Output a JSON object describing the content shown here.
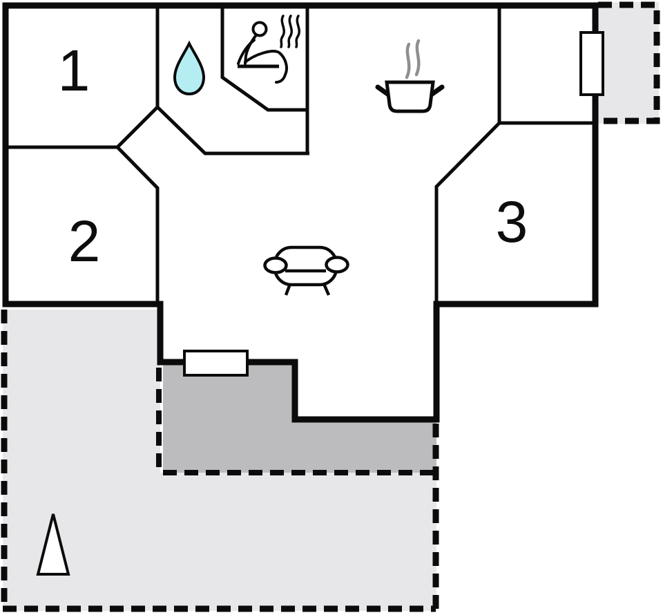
{
  "rooms": [
    {
      "label": "1"
    },
    {
      "label": "2"
    },
    {
      "label": "3"
    }
  ],
  "icons": [
    "water-drop-icon",
    "sauna-person-icon",
    "steam-lines-icon",
    "cooking-pot-icon",
    "sofa-icon",
    "tree-icon",
    "window-marker"
  ],
  "colors": {
    "wall": "#0b0b0b",
    "background": "#ffffff",
    "water_drop": "#b4eef2",
    "terrace_light": "#e7e7ea",
    "terrace_dark": "#bcbcbe",
    "steam": "#8f8f8f"
  }
}
